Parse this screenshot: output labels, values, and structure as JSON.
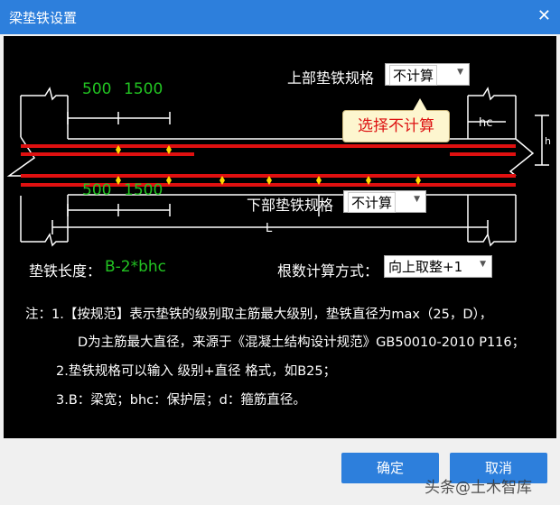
{
  "window": {
    "title": "梁垫铁设置",
    "close_icon": "close-icon"
  },
  "diagram": {
    "dim_500": "500",
    "dim_1500": "1500",
    "hc": "hc",
    "L": "L",
    "h": "h"
  },
  "upper_spec": {
    "label": "上部垫铁规格",
    "value": "不计算"
  },
  "tooltip": "选择不计算",
  "lower_spec": {
    "label": "下部垫铁规格",
    "value": "不计算"
  },
  "length": {
    "label": "垫铁长度：",
    "value": "B-2*bhc"
  },
  "count_method": {
    "label": "根数计算方式：",
    "value": "向上取整+1"
  },
  "notes": [
    "注：1.【按规范】表示垫铁的级别取主筋最大级别，垫铁直径为max（25，D），",
    "D为主筋最大直径，来源于《混凝土结构设计规范》GB50010-2010 P116；",
    "2.垫铁规格可以输入 级别+直径 格式，如B25；",
    "3.B：梁宽；bhc：保护层；d：箍筋直径。"
  ],
  "buttons": {
    "ok": "确定",
    "cancel": "取消"
  },
  "watermark": "头条@土木智库",
  "colors": {
    "title_bar": "#2d7fdc",
    "rebar": "#e01010",
    "dimension_text": "#22c322"
  }
}
